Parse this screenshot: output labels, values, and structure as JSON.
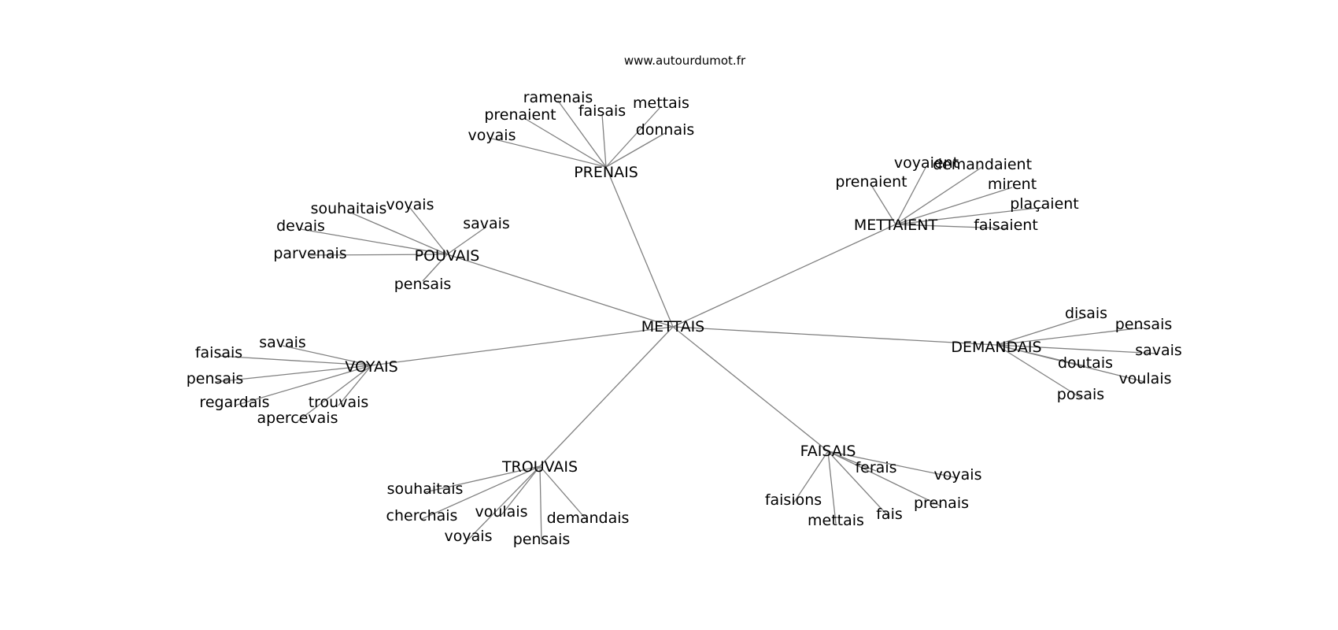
{
  "site_label": "www.autourdumot.fr",
  "edge_color": "#808080",
  "text_color": "#000000",
  "center": {
    "id": "mettais_center",
    "label": "METTAIS"
  },
  "hubs": [
    {
      "id": "prenais",
      "label": "PRENAIS",
      "children": [
        {
          "id": "prenais_ramenais",
          "label": "ramenais"
        },
        {
          "id": "prenais_prenaient",
          "label": "prenaient"
        },
        {
          "id": "prenais_voyais",
          "label": "voyais"
        },
        {
          "id": "prenais_faisais",
          "label": "faisais"
        },
        {
          "id": "prenais_mettais",
          "label": "mettais"
        },
        {
          "id": "prenais_donnais",
          "label": "donnais"
        }
      ]
    },
    {
      "id": "mettaient",
      "label": "METTAIENT",
      "children": [
        {
          "id": "mettaient_prenaient",
          "label": "prenaient"
        },
        {
          "id": "mettaient_voyaient",
          "label": "voyaient"
        },
        {
          "id": "mettaient_demandaient",
          "label": "demandaient"
        },
        {
          "id": "mettaient_mirent",
          "label": "mirent"
        },
        {
          "id": "mettaient_placaient",
          "label": "plaçaient"
        },
        {
          "id": "mettaient_faisaient",
          "label": "faisaient"
        }
      ]
    },
    {
      "id": "pouvais",
      "label": "POUVAIS",
      "children": [
        {
          "id": "pouvais_souhaitais",
          "label": "souhaitais"
        },
        {
          "id": "pouvais_voyais",
          "label": "voyais"
        },
        {
          "id": "pouvais_savais",
          "label": "savais"
        },
        {
          "id": "pouvais_devais",
          "label": "devais"
        },
        {
          "id": "pouvais_parvenais",
          "label": "parvenais"
        },
        {
          "id": "pouvais_pensais",
          "label": "pensais"
        }
      ]
    },
    {
      "id": "demandais",
      "label": "DEMANDAIS",
      "children": [
        {
          "id": "demandais_disais",
          "label": "disais"
        },
        {
          "id": "demandais_pensais",
          "label": "pensais"
        },
        {
          "id": "demandais_savais",
          "label": "savais"
        },
        {
          "id": "demandais_doutais",
          "label": "doutais"
        },
        {
          "id": "demandais_voulais",
          "label": "voulais"
        },
        {
          "id": "demandais_posais",
          "label": "posais"
        }
      ]
    },
    {
      "id": "voyais",
      "label": "VOYAIS",
      "children": [
        {
          "id": "voyais_savais",
          "label": "savais"
        },
        {
          "id": "voyais_faisais",
          "label": "faisais"
        },
        {
          "id": "voyais_pensais",
          "label": "pensais"
        },
        {
          "id": "voyais_regardais",
          "label": "regardais"
        },
        {
          "id": "voyais_trouvais",
          "label": "trouvais"
        },
        {
          "id": "voyais_apercevais",
          "label": "apercevais"
        }
      ]
    },
    {
      "id": "trouvais",
      "label": "TROUVAIS",
      "children": [
        {
          "id": "trouvais_souhaitais",
          "label": "souhaitais"
        },
        {
          "id": "trouvais_cherchais",
          "label": "cherchais"
        },
        {
          "id": "trouvais_voulais",
          "label": "voulais"
        },
        {
          "id": "trouvais_voyais",
          "label": "voyais"
        },
        {
          "id": "trouvais_pensais",
          "label": "pensais"
        },
        {
          "id": "trouvais_demandais",
          "label": "demandais"
        }
      ]
    },
    {
      "id": "faisais",
      "label": "FAISAIS",
      "children": [
        {
          "id": "faisais_ferais",
          "label": "ferais"
        },
        {
          "id": "faisais_voyais",
          "label": "voyais"
        },
        {
          "id": "faisais_prenais",
          "label": "prenais"
        },
        {
          "id": "faisais_faisions",
          "label": "faisions"
        },
        {
          "id": "faisais_mettais",
          "label": "mettais"
        },
        {
          "id": "faisais_fais",
          "label": "fais"
        }
      ]
    }
  ]
}
